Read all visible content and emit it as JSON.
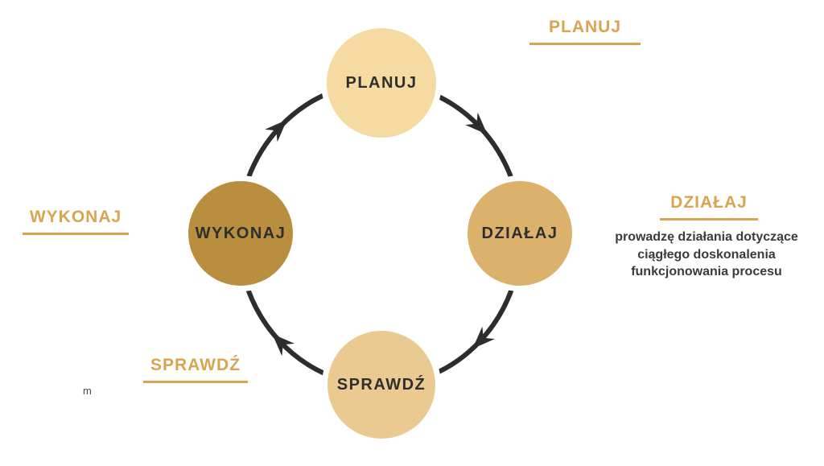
{
  "diagram": {
    "type": "cycle",
    "nodes": [
      {
        "id": "planuj",
        "label": "PLANUJ",
        "color": "#f5dba2"
      },
      {
        "id": "dzialaj",
        "label": "DZIAŁAJ",
        "color": "#dbb16c"
      },
      {
        "id": "sprawdz",
        "label": "SPRAWDŹ",
        "color": "#ebca92"
      },
      {
        "id": "wykonaj",
        "label": "WYKONAJ",
        "color": "#b98e3e"
      }
    ],
    "annotations": {
      "planuj_label": "PLANUJ",
      "dzialaj_label": "DZIAŁAJ",
      "dzialaj_description": "prowadzę działania dotyczące ciągłego doskonalenia funkcjonowania procesu",
      "wykonaj_label": "WYKONAJ",
      "sprawdz_label": "SPRAWDŹ",
      "watermark": "m"
    },
    "colors": {
      "accent_gold": "#d9a44f",
      "ring": "#2d2d2d",
      "node_text": "#2e2e2e",
      "description_text": "#3b3b3b"
    },
    "flow_direction": "clockwise"
  }
}
